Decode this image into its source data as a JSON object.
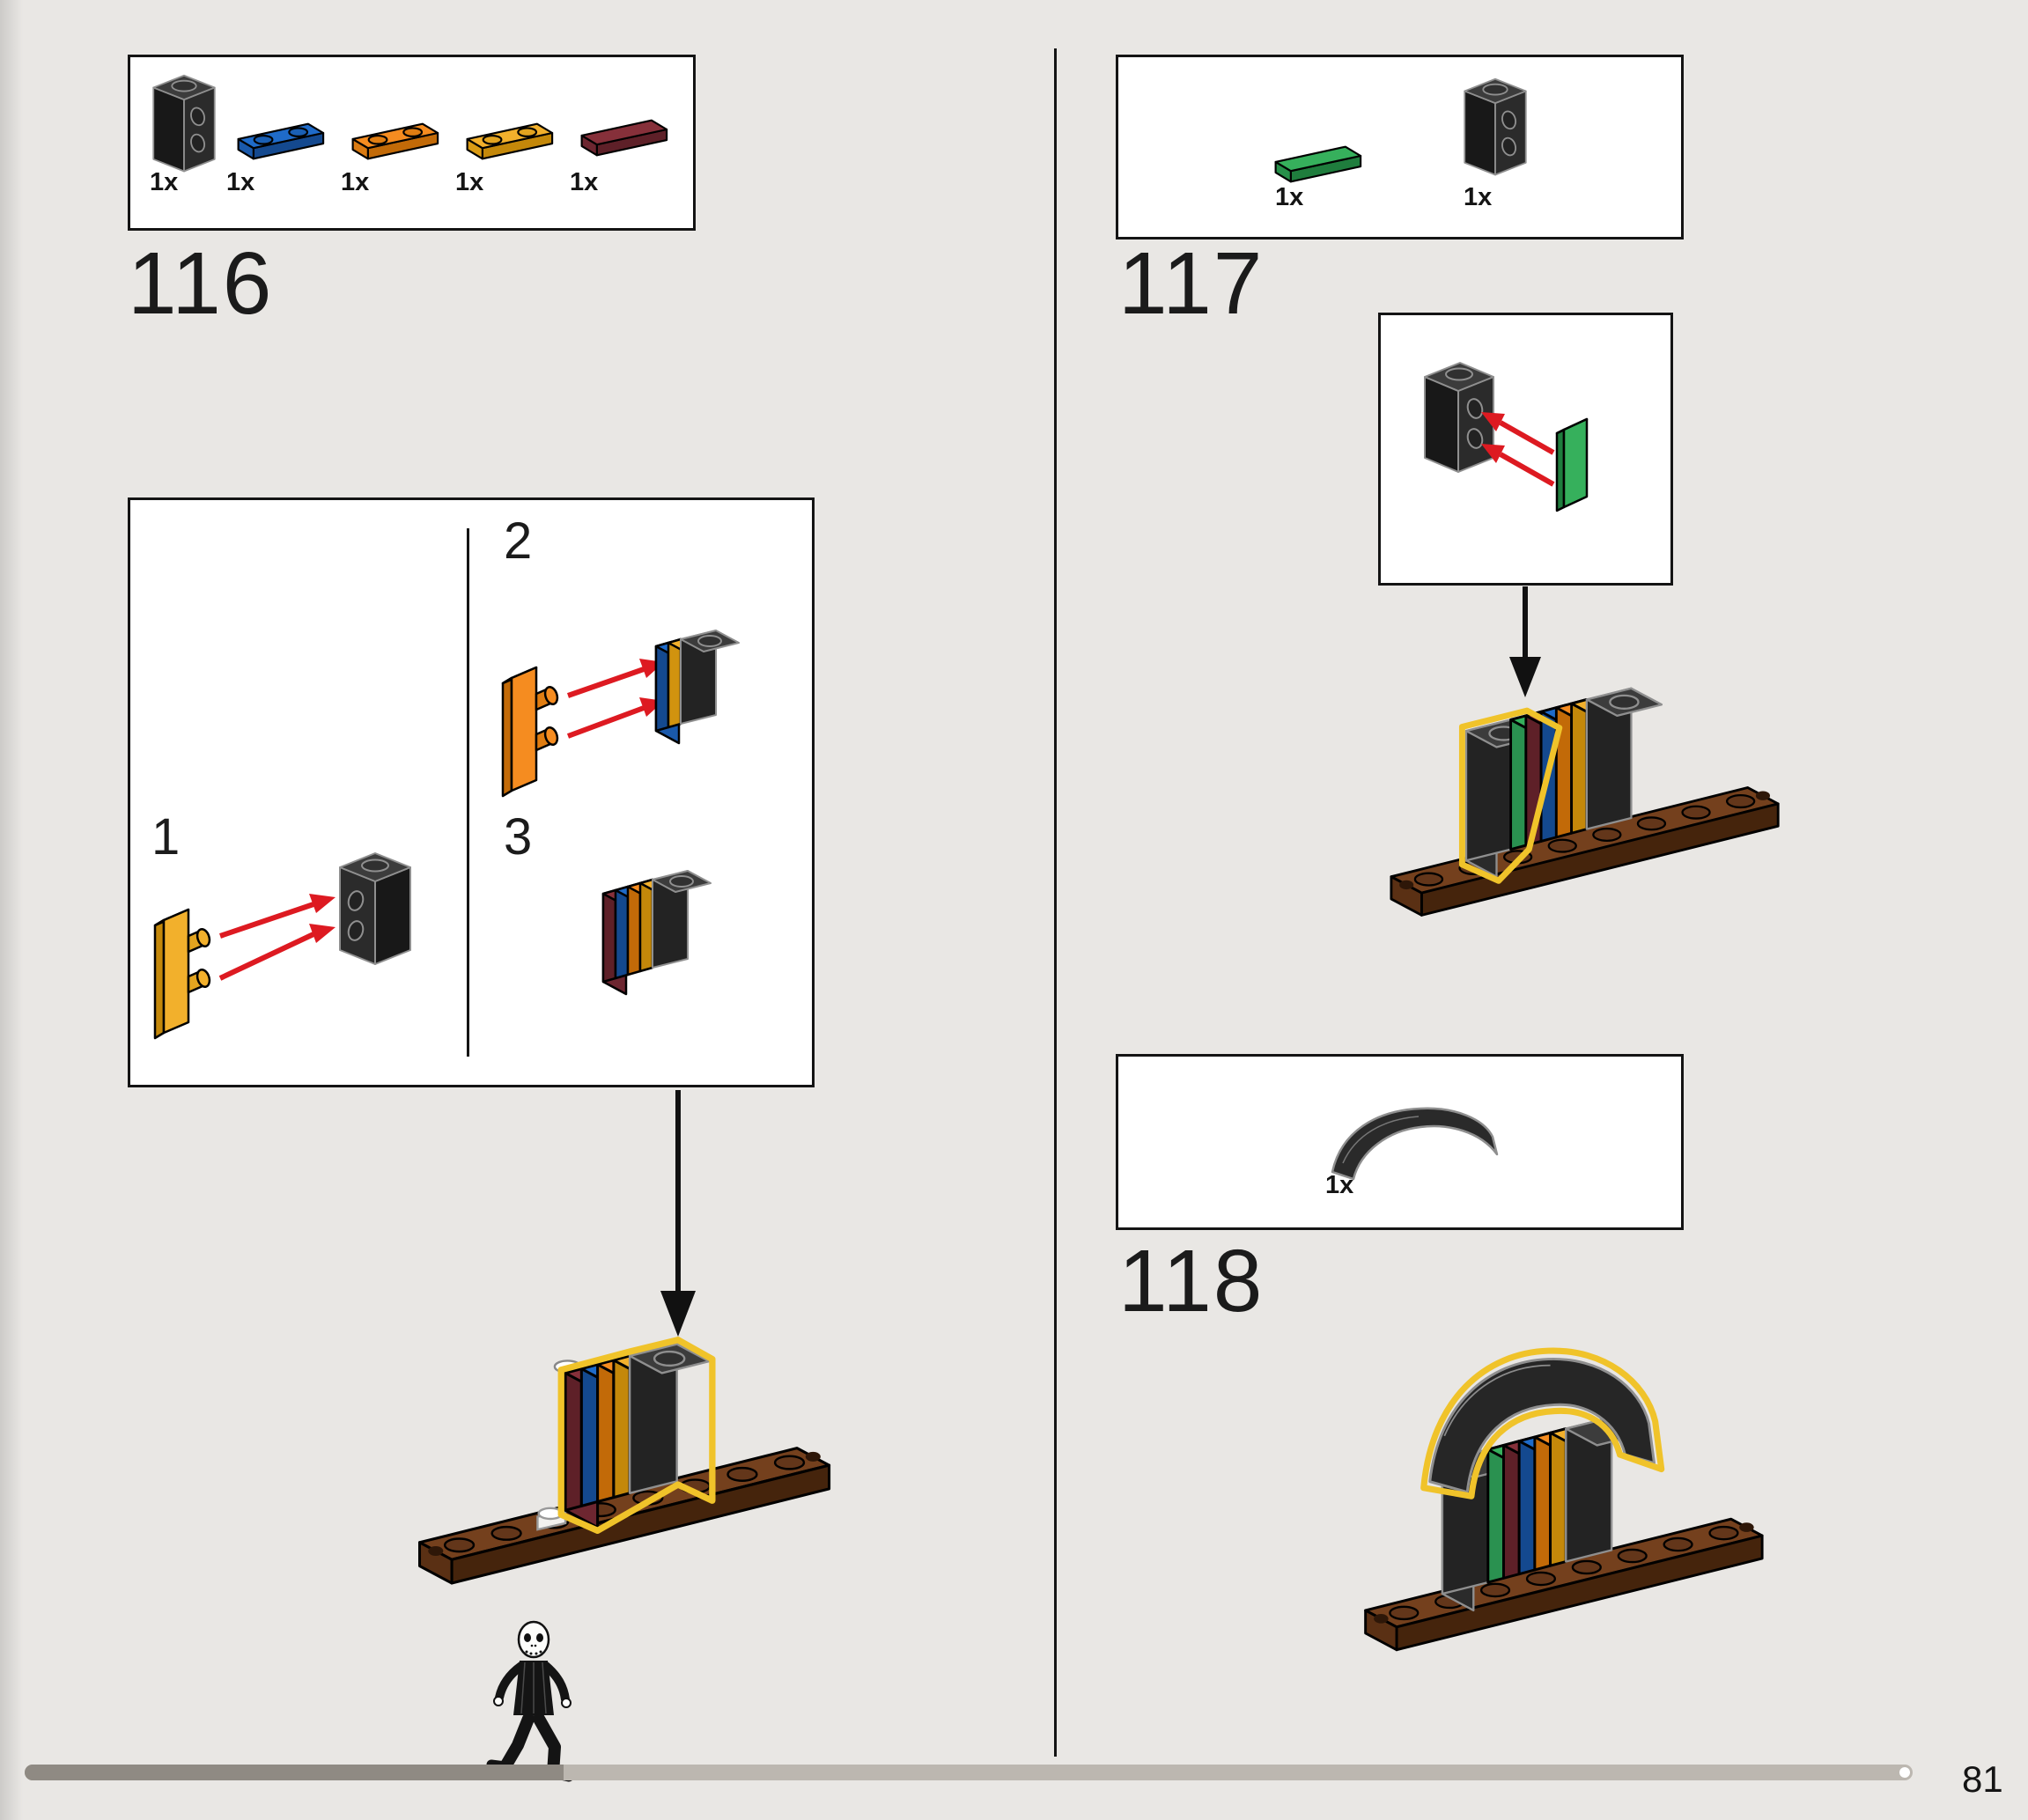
{
  "page": {
    "number": "81",
    "background": "#e9e7e4"
  },
  "colors": {
    "highlight_yellow": "#f0c32a",
    "arrow_red": "#dd1a21",
    "black_part": "#2e2e2e",
    "blue": "#1f6bc9",
    "orange": "#f58c20",
    "bright_light_orange": "#f2b02c",
    "dark_red": "#7e2a34",
    "green": "#36b05c",
    "reddish_brown": "#74401d"
  },
  "step116": {
    "label": "116",
    "parts": [
      {
        "name": "black brick 1x1 with studs on side",
        "count": "1x",
        "color": "#2e2e2e"
      },
      {
        "name": "blue plate 1x2",
        "count": "1x",
        "color": "#1f6bc9"
      },
      {
        "name": "orange plate 1x2",
        "count": "1x",
        "color": "#f58c20"
      },
      {
        "name": "bright light orange plate 1x2",
        "count": "1x",
        "color": "#f2b02c"
      },
      {
        "name": "dark red tile 1x2",
        "count": "1x",
        "color": "#7e2a34"
      }
    ],
    "substeps": [
      {
        "label": "1"
      },
      {
        "label": "2"
      },
      {
        "label": "3"
      }
    ]
  },
  "step117": {
    "label": "117",
    "parts": [
      {
        "name": "green tile 1x2",
        "count": "1x",
        "color": "#36b05c"
      },
      {
        "name": "black brick 1x1 with studs on side",
        "count": "1x",
        "color": "#2e2e2e"
      }
    ]
  },
  "step118": {
    "label": "118",
    "parts": [
      {
        "name": "black curved slope 1x4",
        "count": "1x",
        "color": "#2e2e2e"
      }
    ]
  }
}
